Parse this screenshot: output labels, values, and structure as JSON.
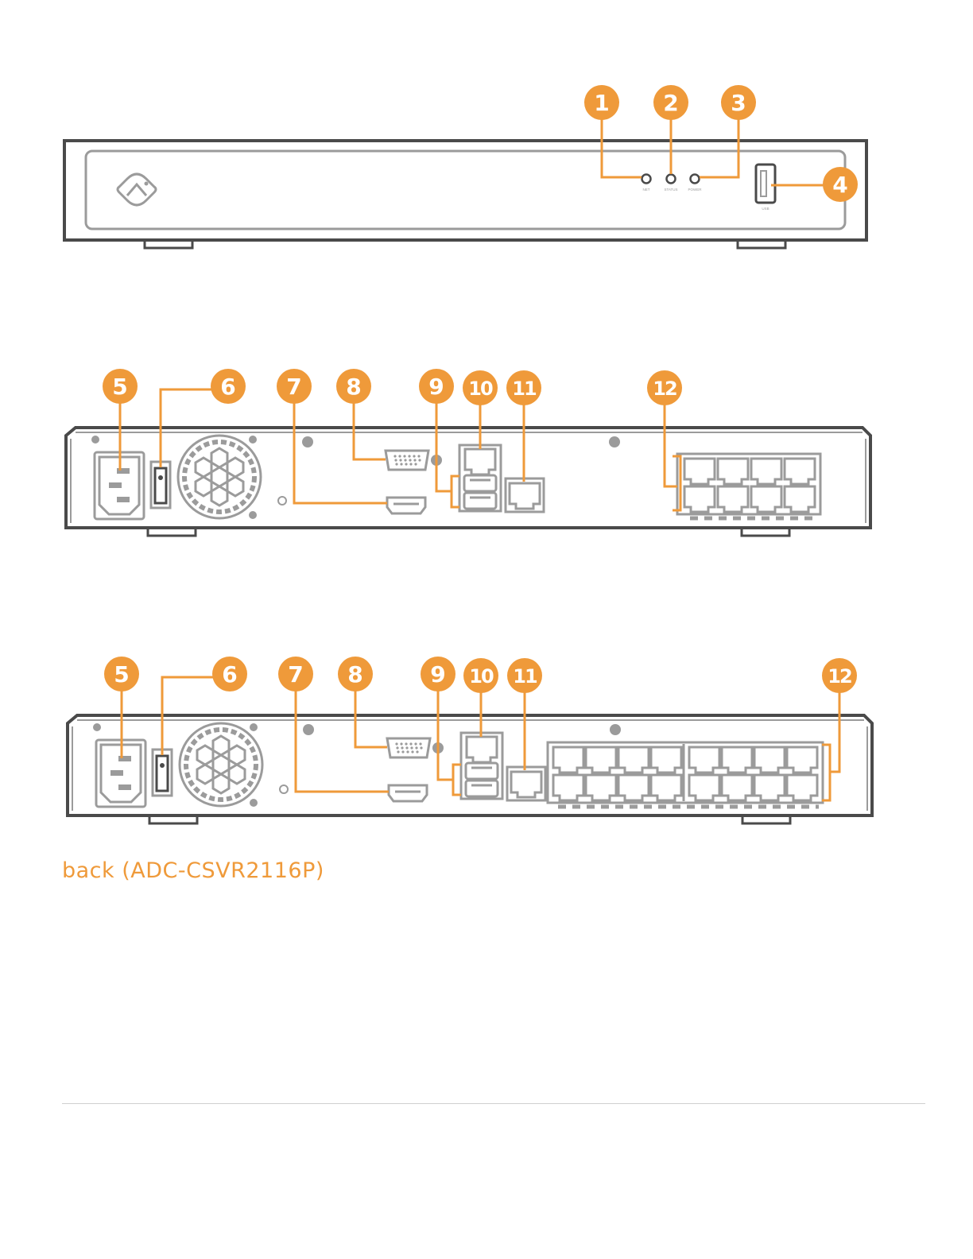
{
  "front_panel": {
    "led_labels": [
      "NET",
      "STATUS",
      "POWER"
    ],
    "usb_label": "USB",
    "callouts": [
      "1",
      "2",
      "3",
      "4"
    ]
  },
  "back_panel_8": {
    "callouts": [
      "5",
      "6",
      "7",
      "8",
      "9",
      "10",
      "11",
      "12"
    ]
  },
  "back_panel_16": {
    "callouts": [
      "5",
      "6",
      "7",
      "8",
      "9",
      "10",
      "11",
      "12"
    ]
  },
  "caption": "back (ADC-CSVR2116P)",
  "colors": {
    "accent": "#ef9a3a",
    "device_stroke": "#4a4a4a",
    "component_stroke": "#9b9b9b"
  }
}
